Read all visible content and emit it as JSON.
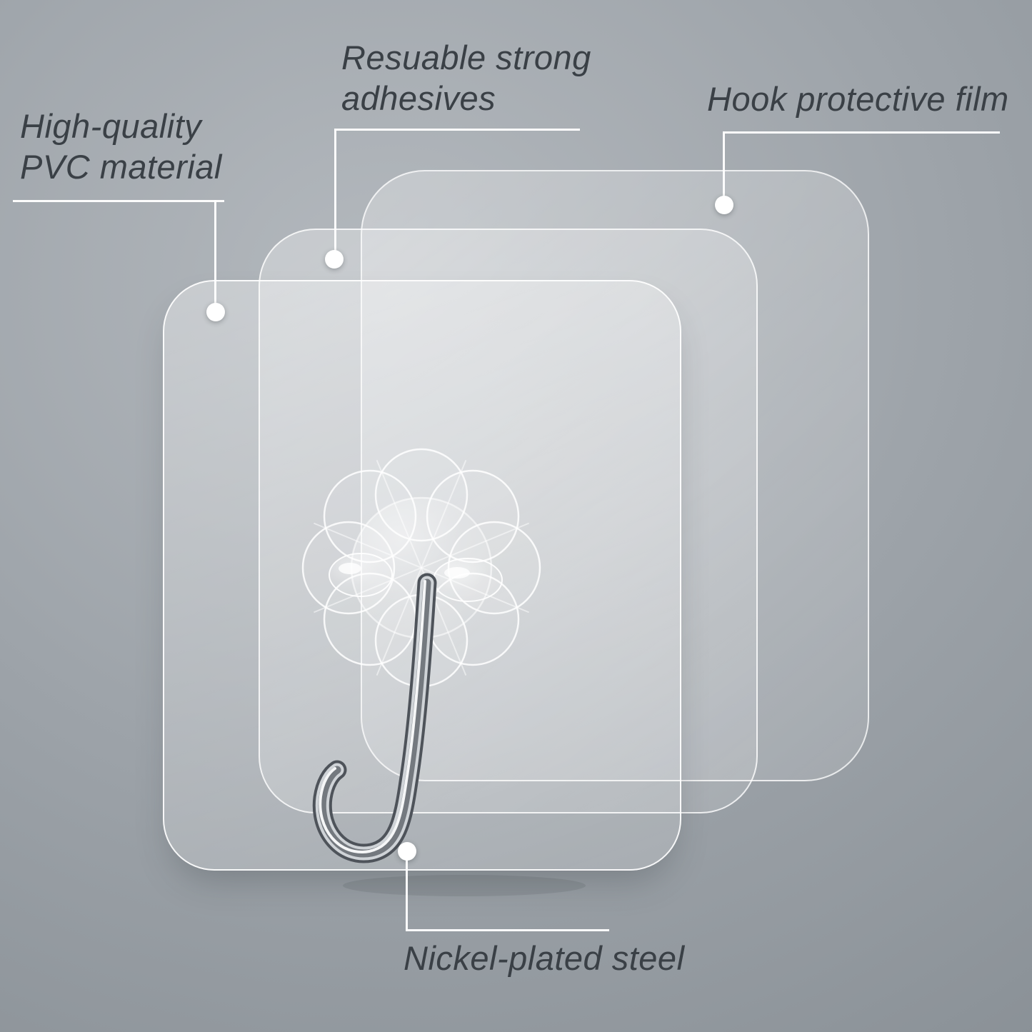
{
  "callouts": {
    "pvc": {
      "line1": "High-quality",
      "line2": "PVC material"
    },
    "adhesive": {
      "line1": "Resuable strong",
      "line2": "adhesives"
    },
    "film": {
      "label": "Hook protective film"
    },
    "steel": {
      "label": "Nickel-plated steel"
    }
  },
  "colors": {
    "background_light": "#b4b9be",
    "background_dark": "#868d93",
    "sheet_border": "#ffffff",
    "label_text": "#3a4046",
    "leader_line": "#ffffff",
    "metal_dark": "#4e535a",
    "metal_light": "#cfd3d7"
  }
}
